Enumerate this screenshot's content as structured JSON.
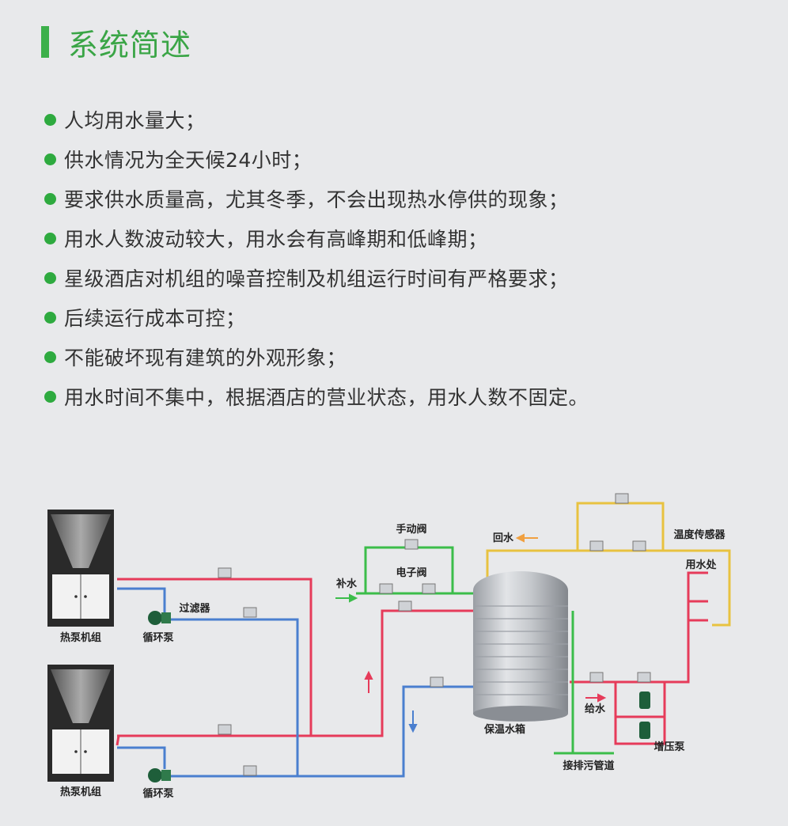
{
  "header": {
    "title": "系统简述"
  },
  "bullets": [
    "人均用水量大；",
    "供水情况为全天候24小时；",
    "要求供水质量高，尤其冬季，不会出现热水停供的现象；",
    "用水人数波动较大，用水会有高峰期和低峰期；",
    "星级酒店对机组的噪音控制及机组运行时间有严格要求；",
    "后续运行成本可控；",
    "不能破坏现有建筑的外观形象；",
    "用水时间不集中，根据酒店的营业状态，用水人数不固定。"
  ],
  "diagram": {
    "heat_pump_1": "热泵机组",
    "heat_pump_2": "热泵机组",
    "circ_pump_1": "循环泵",
    "circ_pump_2": "循环泵",
    "filter": "过滤器",
    "manual_valve": "手动阀",
    "electronic_valve": "电子阀",
    "makeup_water": "补水",
    "return_water": "回水",
    "temp_sensor": "温度传感器",
    "water_outlet": "用水处",
    "supply_water": "给水",
    "tank": "保温水箱",
    "booster_pump": "增压泵",
    "drain": "接排污管道",
    "colors": {
      "hot_pipe": "#e63b5a",
      "cold_pipe": "#4a7fcf",
      "green_pipe": "#3bbd4a",
      "yellow_pipe": "#e8c240",
      "accent": "#3cb04a",
      "arrow_orange": "#f0a040"
    }
  }
}
